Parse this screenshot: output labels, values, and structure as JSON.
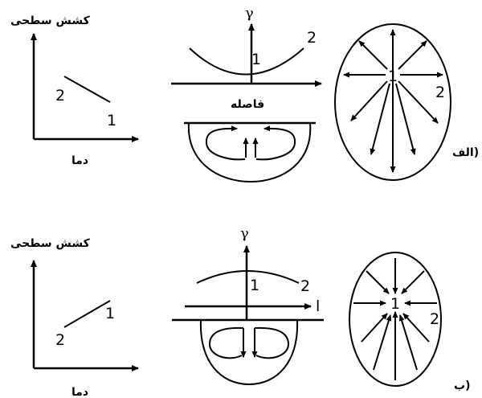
{
  "panel_a": {
    "graph": {
      "y_label": "کشش سطحی",
      "x_label": "دما",
      "point_start": "2",
      "point_end": "1"
    },
    "flow": {
      "axis_label": "γ",
      "curve_label": "2",
      "point_label": "1",
      "distance_label": "فاصله"
    },
    "drop": {
      "center_label": "1",
      "edge_label": "2"
    },
    "caption": "الف)"
  },
  "panel_b": {
    "graph": {
      "y_label": "کشش سطحی",
      "x_label": "دما",
      "point_start": "2",
      "point_end": "1"
    },
    "flow": {
      "axis_label": "γ",
      "curve_label": "2",
      "point_label": "1",
      "distance_label": "l"
    },
    "drop": {
      "center_label": "1",
      "edge_label": "2"
    },
    "caption": "ب)"
  }
}
